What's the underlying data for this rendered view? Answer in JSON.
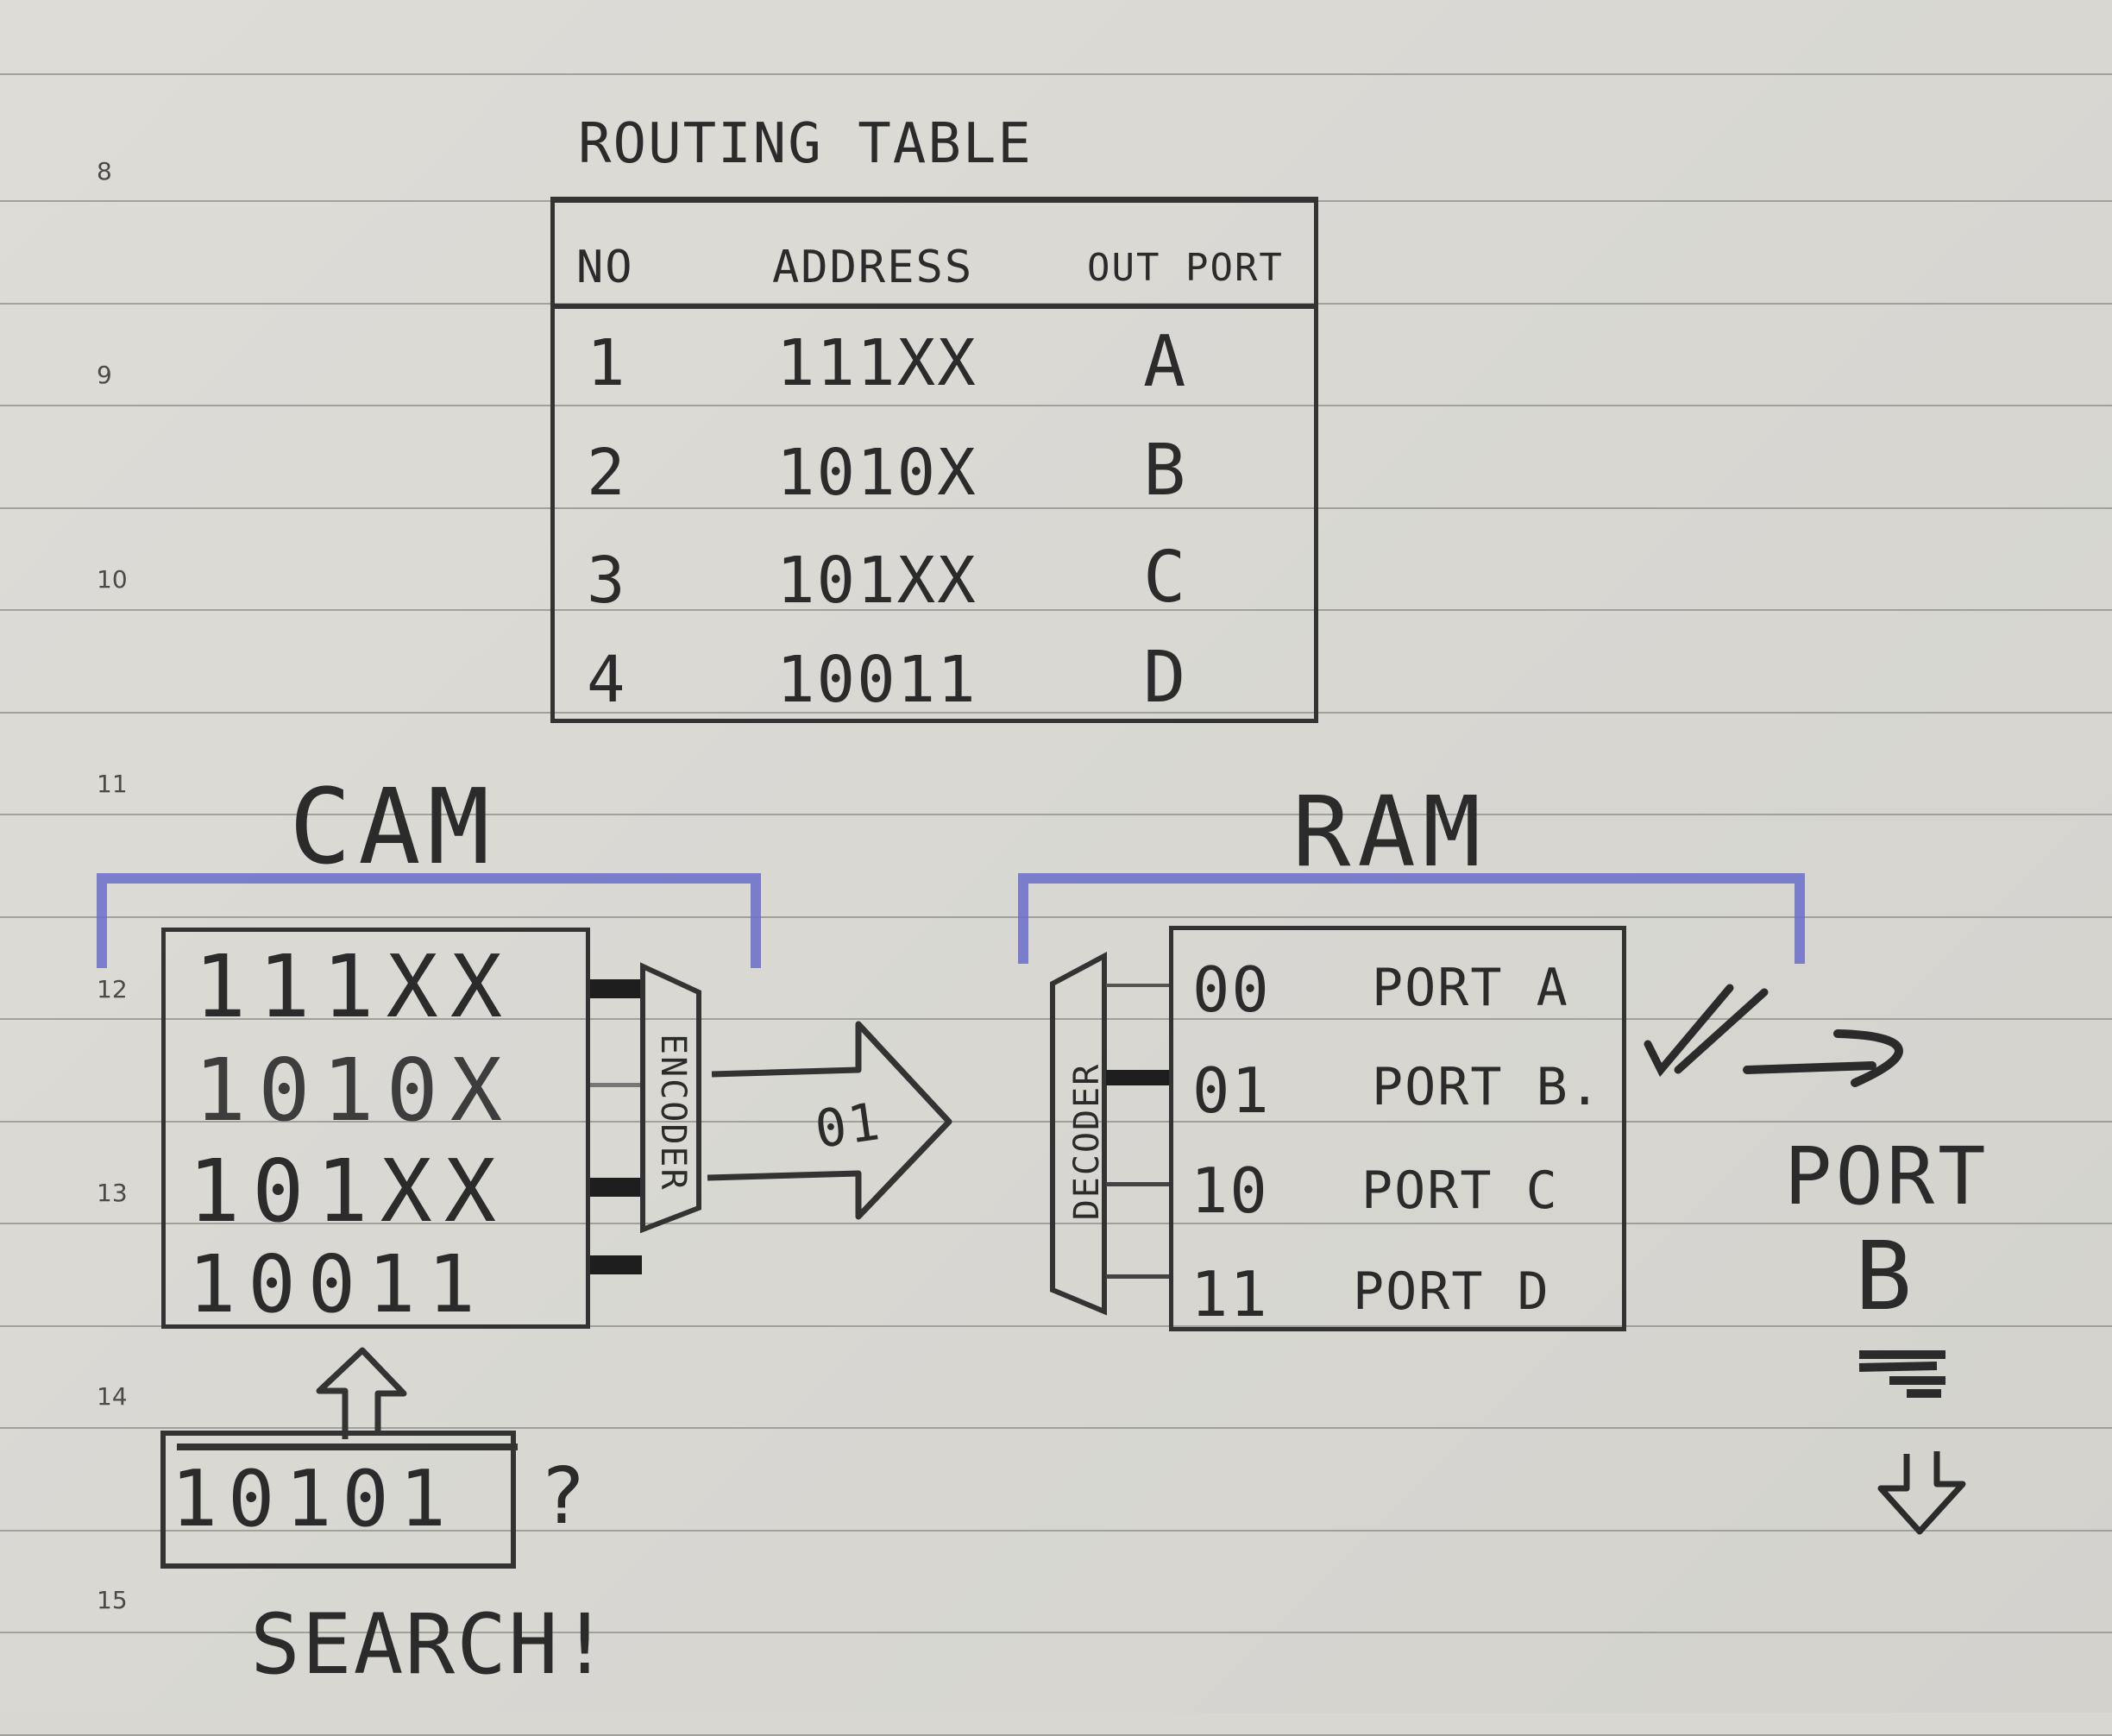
{
  "line_numbers": [
    "8",
    "9",
    "10",
    "11",
    "12",
    "13",
    "14",
    "15"
  ],
  "routing_table": {
    "title": "ROUTING TABLE",
    "headers": [
      "NO",
      "ADDRESS",
      "OUT PORT"
    ],
    "rows": [
      {
        "no": "1",
        "address": "111XX",
        "port": "A"
      },
      {
        "no": "2",
        "address": "1010X",
        "port": "B"
      },
      {
        "no": "3",
        "address": "101XX",
        "port": "C"
      },
      {
        "no": "4",
        "address": "10011",
        "port": "D"
      }
    ]
  },
  "cam": {
    "label": "CAM",
    "entries": [
      "111XX",
      "1010X",
      "101XX",
      "10011"
    ],
    "encoder_label": "ENCODER",
    "match_lines": [
      "strong",
      "weak",
      "strong",
      "strong"
    ]
  },
  "encoder_output": "01",
  "ram": {
    "label": "RAM",
    "decoder_label": "DECODER",
    "rows": [
      {
        "addr": "00",
        "value": "PORT A"
      },
      {
        "addr": "01",
        "value": "PORT B."
      },
      {
        "addr": "10",
        "value": "PORT C"
      },
      {
        "addr": "11",
        "value": "PORT D"
      }
    ],
    "selected_index": 1
  },
  "result": {
    "check": "✓",
    "line1": "PORT",
    "line2": "B"
  },
  "search": {
    "input_value": "10101",
    "question_mark": "?",
    "label": "SEARCH!"
  },
  "colors": {
    "pencil": "#2b2b2b",
    "bracket_blue": "#6a6ecb",
    "paper": "#d8d7d2",
    "rule": "#8e8d8a"
  }
}
